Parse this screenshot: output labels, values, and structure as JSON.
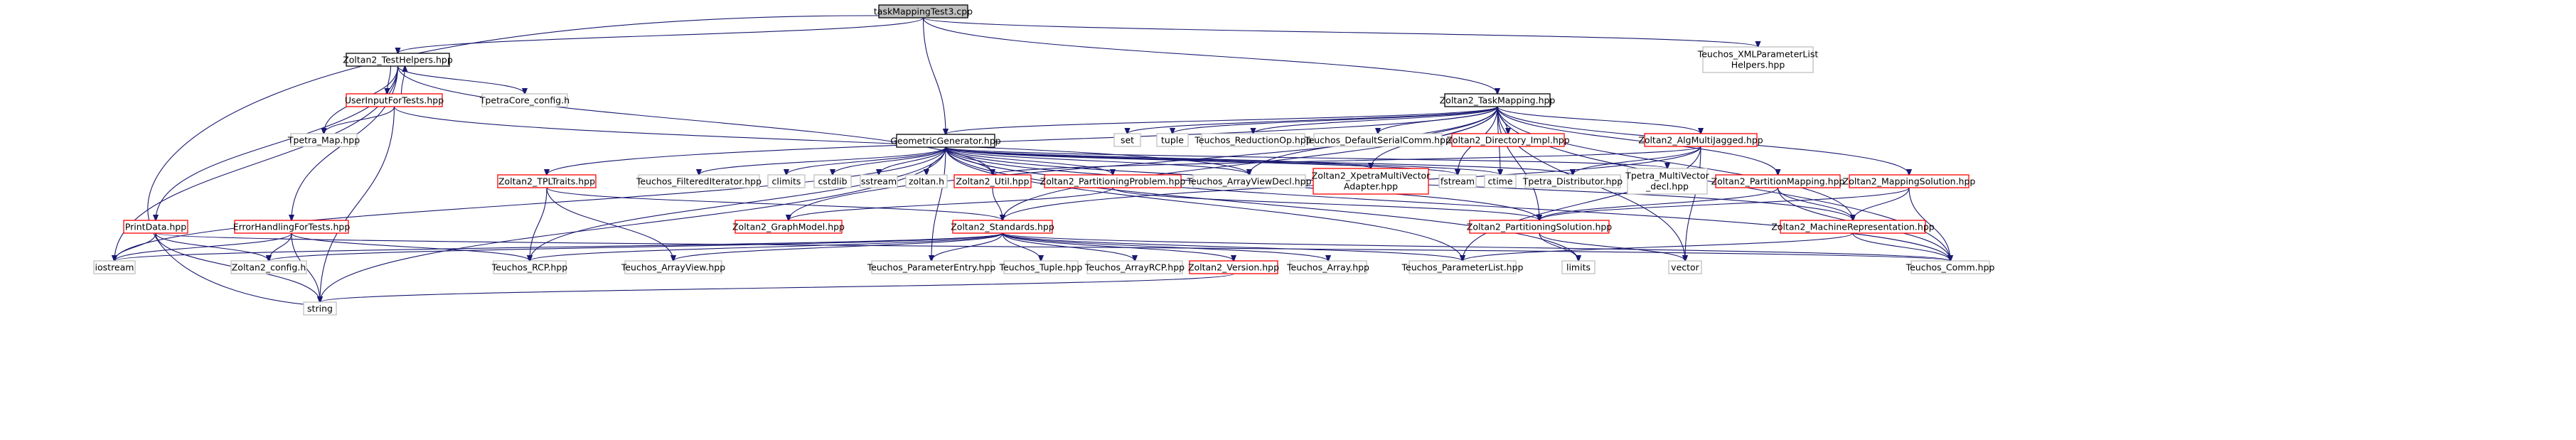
{
  "diagram": {
    "colors": {
      "root_fill": "#bfbfbf",
      "root_border": "#000000",
      "documented_border": "#ff0000",
      "undocumented_border": "#bfbfbf",
      "local_border": "#000000",
      "edge": "#191970",
      "background": "#ffffff"
    },
    "nodes": [
      {
        "id": "root",
        "label": "taskMappingTest3.cpp",
        "kind": "root"
      },
      {
        "id": "testhelpers",
        "label": "Zoltan2_TestHelpers.hpp",
        "kind": "local"
      },
      {
        "id": "teuchos_xml_l1",
        "label": "Teuchos_XMLParameterList",
        "kind": "ext"
      },
      {
        "id": "teuchos_xml_l2",
        "label": "Helpers.hpp",
        "kind": "label"
      },
      {
        "id": "userinput",
        "label": "UserInputForTests.hpp",
        "kind": "doc"
      },
      {
        "id": "tpetracore",
        "label": "TpetraCore_config.h",
        "kind": "ext"
      },
      {
        "id": "taskmapping",
        "label": "Zoltan2_TaskMapping.hpp",
        "kind": "local"
      },
      {
        "id": "tpetramap",
        "label": "Tpetra_Map.hpp",
        "kind": "ext"
      },
      {
        "id": "geomgen",
        "label": "GeometricGenerator.hpp",
        "kind": "local"
      },
      {
        "id": "set",
        "label": "set",
        "kind": "ext"
      },
      {
        "id": "tuple",
        "label": "tuple",
        "kind": "ext"
      },
      {
        "id": "reductionop",
        "label": "Teuchos_ReductionOp.hpp",
        "kind": "ext"
      },
      {
        "id": "defserialcomm",
        "label": "Teuchos_DefaultSerialComm.hpp",
        "kind": "ext"
      },
      {
        "id": "dirimpl",
        "label": "Zoltan2_Directory_Impl.hpp",
        "kind": "doc"
      },
      {
        "id": "algmj",
        "label": "Zoltan2_AlgMultiJagged.hpp",
        "kind": "doc"
      },
      {
        "id": "tpltraits",
        "label": "Zoltan2_TPLTraits.hpp",
        "kind": "doc"
      },
      {
        "id": "filterediter",
        "label": "Teuchos_FilteredIterator.hpp",
        "kind": "ext"
      },
      {
        "id": "climits",
        "label": "climits",
        "kind": "ext"
      },
      {
        "id": "cstdlib",
        "label": "cstdlib",
        "kind": "ext"
      },
      {
        "id": "sstream",
        "label": "sstream",
        "kind": "ext"
      },
      {
        "id": "zoltanh",
        "label": "zoltan.h",
        "kind": "ext"
      },
      {
        "id": "util",
        "label": "Zoltan2_Util.hpp",
        "kind": "doc"
      },
      {
        "id": "partproblem",
        "label": "Zoltan2_PartitioningProblem.hpp",
        "kind": "doc"
      },
      {
        "id": "arrayviewdecl",
        "label": "Teuchos_ArrayViewDecl.hpp",
        "kind": "ext"
      },
      {
        "id": "xpetra_l1",
        "label": "Zoltan2_XpetraMultiVector",
        "kind": "doc"
      },
      {
        "id": "xpetra_l2",
        "label": "Adapter.hpp",
        "kind": "label"
      },
      {
        "id": "fstream",
        "label": "fstream",
        "kind": "ext"
      },
      {
        "id": "ctime",
        "label": "ctime",
        "kind": "ext"
      },
      {
        "id": "tpetradist",
        "label": "Tpetra_Distributor.hpp",
        "kind": "ext"
      },
      {
        "id": "tpetramv_l1",
        "label": "Tpetra_MultiVector",
        "kind": "ext"
      },
      {
        "id": "tpetramv_l2",
        "label": "_decl.hpp",
        "kind": "label"
      },
      {
        "id": "partmapping",
        "label": "Zoltan2_PartitionMapping.hpp",
        "kind": "doc"
      },
      {
        "id": "mappingsol",
        "label": "Zoltan2_MappingSolution.hpp",
        "kind": "doc"
      },
      {
        "id": "printdata",
        "label": "PrintData.hpp",
        "kind": "doc"
      },
      {
        "id": "errorhandling",
        "label": "ErrorHandlingForTests.hpp",
        "kind": "doc"
      },
      {
        "id": "graphmodel",
        "label": "Zoltan2_GraphModel.hpp",
        "kind": "doc"
      },
      {
        "id": "standards",
        "label": "Zoltan2_Standards.hpp",
        "kind": "doc"
      },
      {
        "id": "partsol",
        "label": "Zoltan2_PartitioningSolution.hpp",
        "kind": "doc"
      },
      {
        "id": "machinerep",
        "label": "Zoltan2_MachineRepresentation.hpp",
        "kind": "doc"
      },
      {
        "id": "iostream",
        "label": "iostream",
        "kind": "ext"
      },
      {
        "id": "config",
        "label": "Zoltan2_config.h",
        "kind": "ext"
      },
      {
        "id": "rcp",
        "label": "Teuchos_RCP.hpp",
        "kind": "ext"
      },
      {
        "id": "arrayview",
        "label": "Teuchos_ArrayView.hpp",
        "kind": "ext"
      },
      {
        "id": "paramentry",
        "label": "Teuchos_ParameterEntry.hpp",
        "kind": "ext"
      },
      {
        "id": "tuplehpp",
        "label": "Teuchos_Tuple.hpp",
        "kind": "ext"
      },
      {
        "id": "arrayrcp",
        "label": "Teuchos_ArrayRCP.hpp",
        "kind": "ext"
      },
      {
        "id": "version",
        "label": "Zoltan2_Version.hpp",
        "kind": "doc"
      },
      {
        "id": "array",
        "label": "Teuchos_Array.hpp",
        "kind": "ext"
      },
      {
        "id": "paramlist",
        "label": "Teuchos_ParameterList.hpp",
        "kind": "ext"
      },
      {
        "id": "limits",
        "label": "limits",
        "kind": "ext"
      },
      {
        "id": "vector",
        "label": "vector",
        "kind": "ext"
      },
      {
        "id": "comm",
        "label": "Teuchos_Comm.hpp",
        "kind": "ext"
      },
      {
        "id": "string",
        "label": "string",
        "kind": "ext"
      }
    ]
  }
}
